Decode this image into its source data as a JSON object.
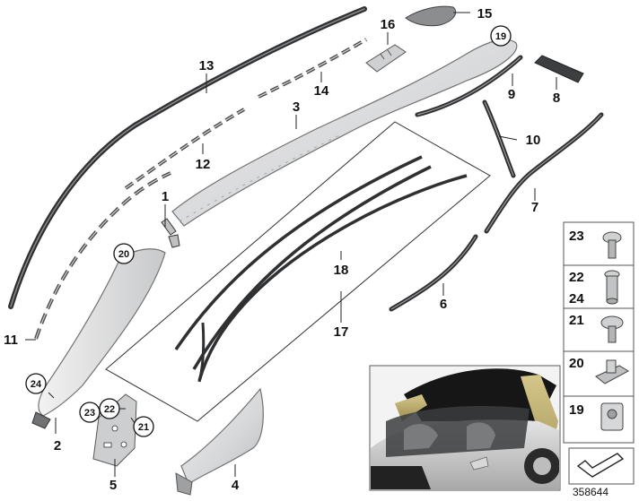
{
  "diagram": {
    "reference_number": "358644",
    "callouts": {
      "p1": "1",
      "p2": "2",
      "p3": "3",
      "p4": "4",
      "p5": "5",
      "p6": "6",
      "p7": "7",
      "p8": "8",
      "p9": "9",
      "p10": "10",
      "p11": "11",
      "p12": "12",
      "p13": "13",
      "p14": "14",
      "p15": "15",
      "p16": "16",
      "p17": "17",
      "p18": "18"
    },
    "circled_callouts": {
      "c19": "19",
      "c20": "20",
      "c21": "21",
      "c22": "22",
      "c23": "23",
      "c24": "24"
    },
    "side_panel": {
      "cells": [
        "23",
        "22",
        "24",
        "21",
        "20",
        "19"
      ]
    },
    "colors": {
      "trim_fill": "#d9dadb",
      "trim_stroke": "#6f7173",
      "seal_dark": "#3a3b3d",
      "car_gold": "#b8a76a",
      "car_body": "#c9c9c9",
      "car_roof": "#161616"
    }
  }
}
